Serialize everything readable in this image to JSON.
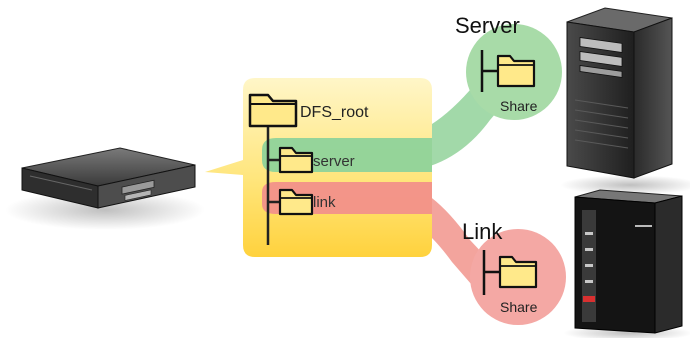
{
  "diagram": {
    "root_label": "DFS_root",
    "folders": [
      {
        "label": "server",
        "color": "#8fd39a"
      },
      {
        "label": "link",
        "color": "#f2908a"
      }
    ],
    "targets": {
      "server": {
        "title": "Server",
        "share_label": "Share",
        "color": "#a8dba8"
      },
      "link": {
        "title": "Link",
        "share_label": "Share",
        "color": "#f4a8a4"
      }
    },
    "colors": {
      "folder_fill": "#ffe98a",
      "callout": "#ffe58a",
      "callout_gradient_bottom": "#ffd23d",
      "green": "#8fd39a",
      "red": "#f2908a"
    }
  }
}
